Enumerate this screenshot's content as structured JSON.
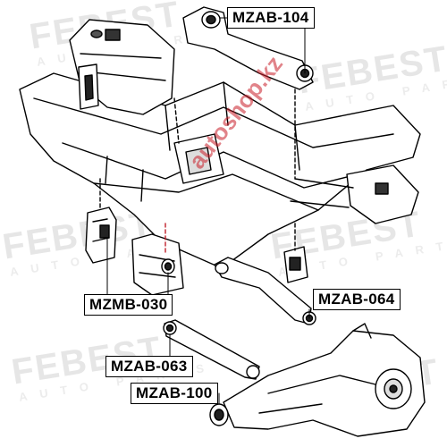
{
  "watermark": {
    "brand": "FEBEST",
    "tagline": "AUTO PARTS"
  },
  "stamp": {
    "text": "autoshop.kz"
  },
  "labels": {
    "mzab_104": "MZAB-104",
    "mzmb_030": "MZMB-030",
    "mzab_064": "MZAB-064",
    "mzab_063": "MZAB-063",
    "mzab_100": "MZAB-100"
  }
}
